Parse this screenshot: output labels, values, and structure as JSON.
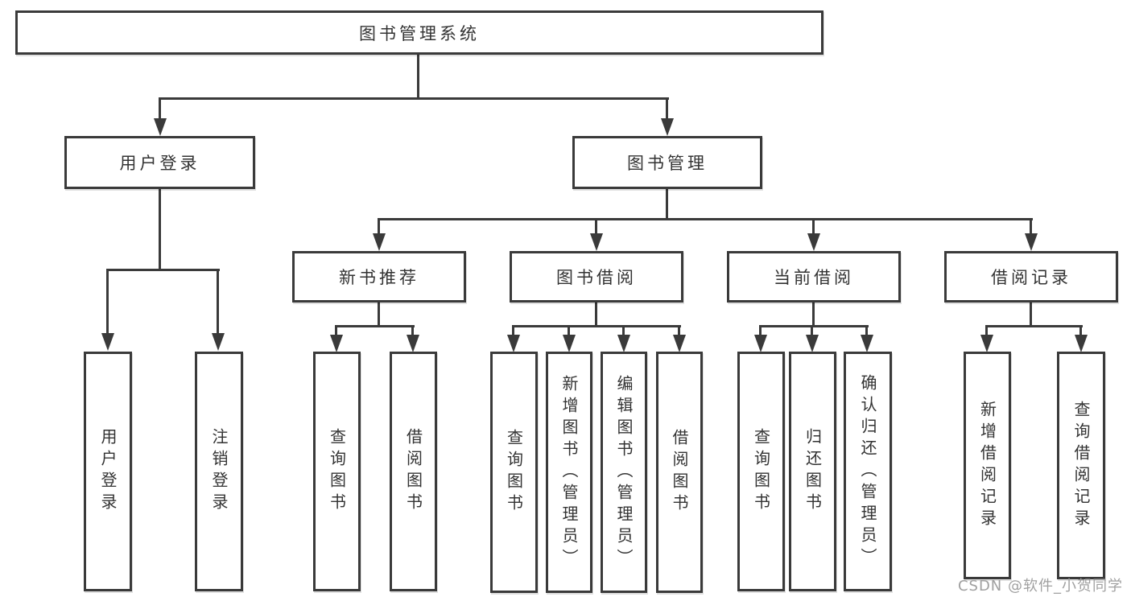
{
  "root": {
    "label": "图书管理系统"
  },
  "level2": {
    "user_login": "用户登录",
    "book_management": "图书管理"
  },
  "level3": {
    "new_books": "新书推荐",
    "book_borrow": "图书借阅",
    "current_borrow": "当前借阅",
    "borrow_records": "借阅记录"
  },
  "leaves": {
    "user_login": [
      "用户登录",
      "注销登录"
    ],
    "new_books": [
      "查询图书",
      "借阅图书"
    ],
    "book_borrow": [
      "查询图书",
      "新增图书（管理员）",
      "编辑图书（管理员）",
      "借阅图书"
    ],
    "current_borrow": [
      "查询图书",
      "归还图书",
      "确认归还（管理员）"
    ],
    "borrow_records": [
      "新增借阅记录",
      "查询借阅记录"
    ]
  },
  "watermark": "CSDN @软件_小贺同学",
  "colors": {
    "line": "#3a3a3a",
    "text": "#333333",
    "watermark": "#a0a0a0",
    "background": "#ffffff"
  }
}
